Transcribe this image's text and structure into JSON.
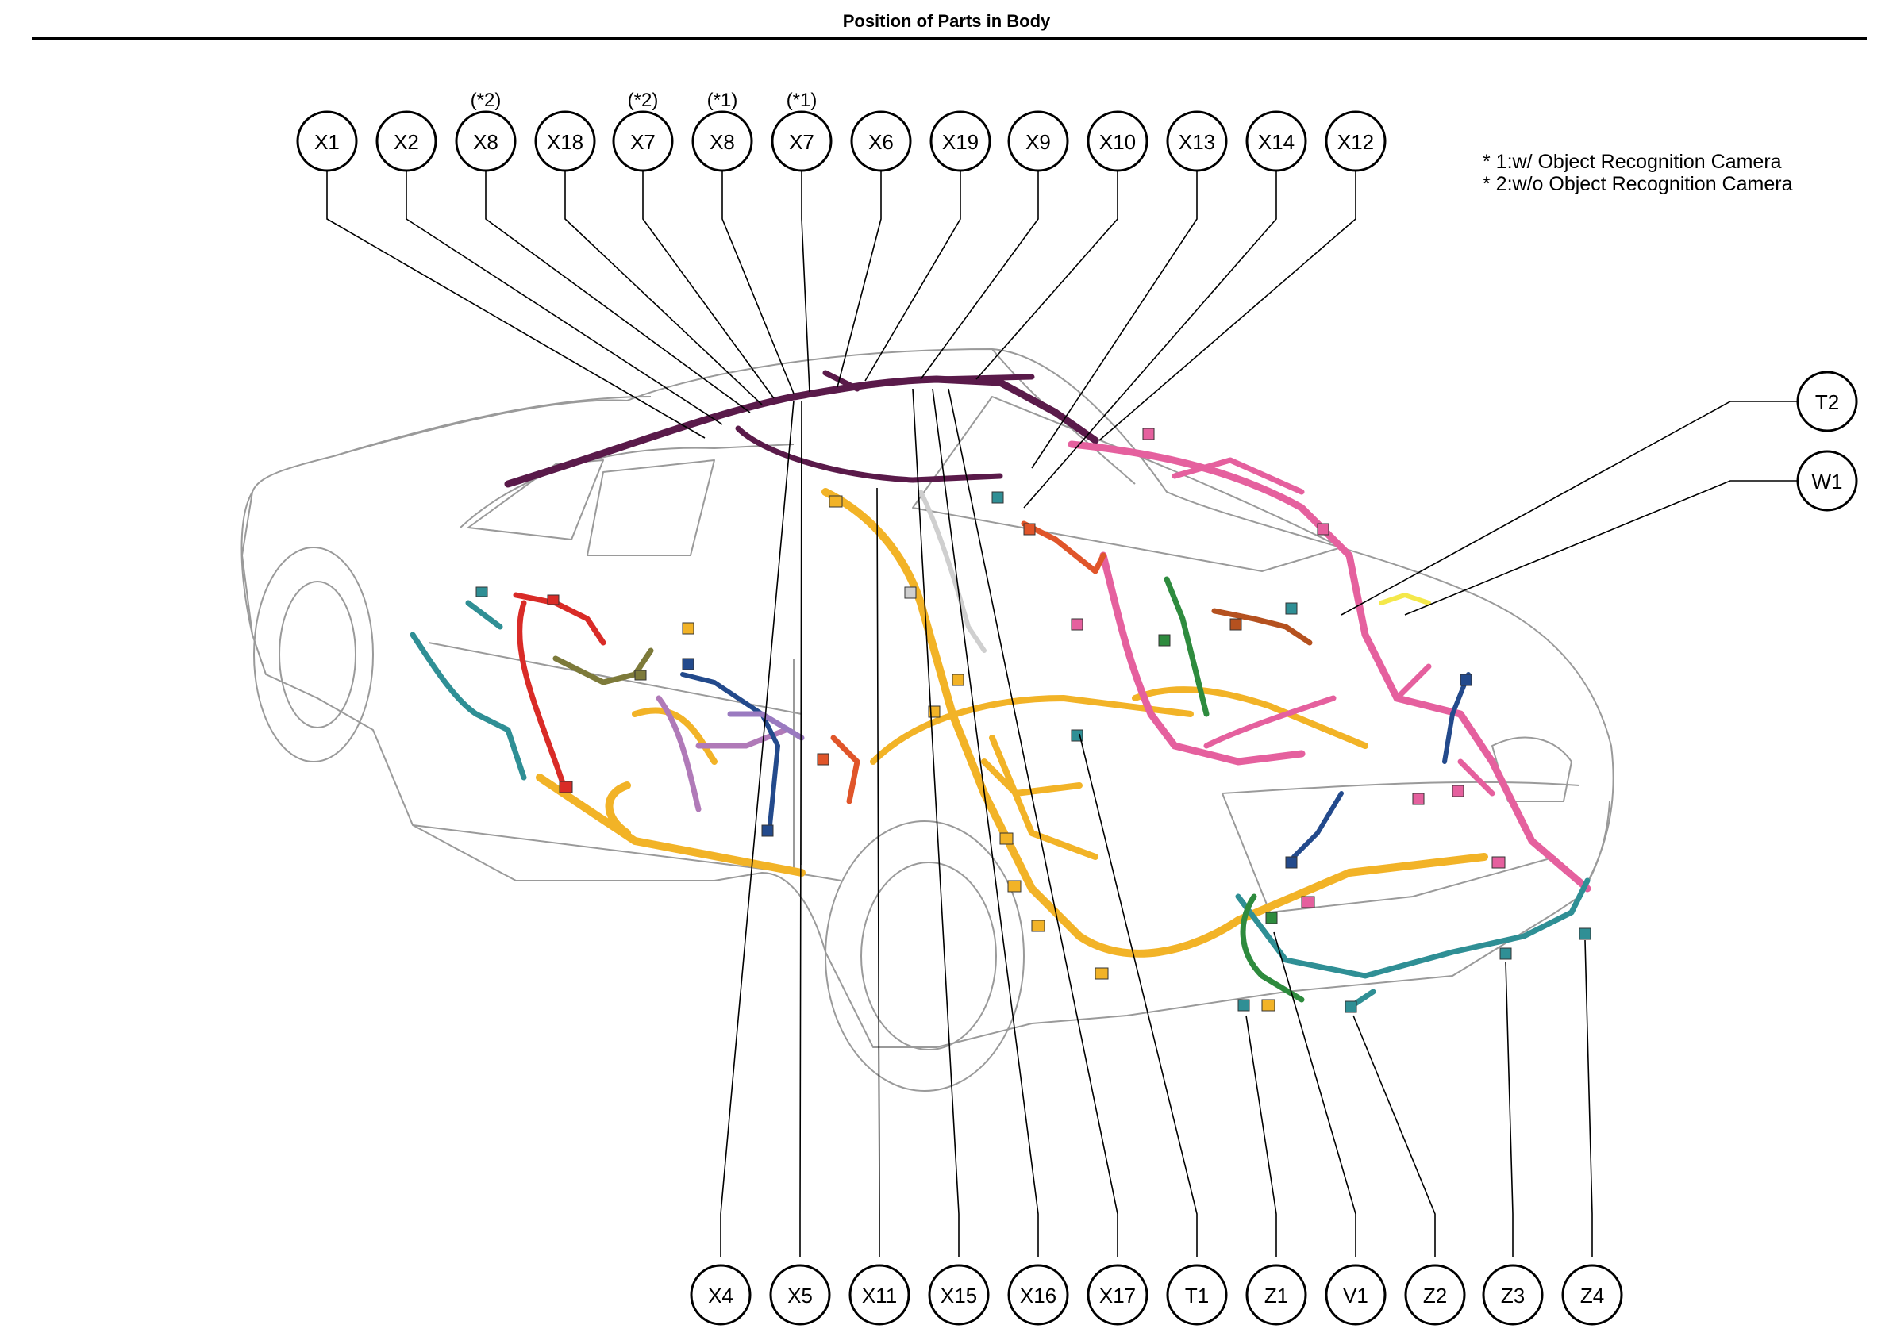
{
  "title": "Position of Parts in Body",
  "legend": [
    "* 1:w/ Object Recognition Camera",
    "* 2:w/o Object Recognition Camera"
  ],
  "colors": {
    "roof_harness": "#5a1a4a",
    "main_harness": "#f2b327",
    "pink_harness": "#e5609e",
    "teal_harness": "#2f8f95",
    "red_harness": "#d92b27",
    "green_harness": "#2e8b3e",
    "olive_harness": "#7d7a3a",
    "purple_harness": "#b07ab8",
    "blue_harness": "#234a8c",
    "brown_harness": "#b5511f",
    "orange_harness": "#e0552a",
    "lavender_harness": "#9a7ac0",
    "gray_harness": "#cfcfcf",
    "yellow_harness": "#f4e84a",
    "green2_harness": "#5a9c4a",
    "teal2_harness": "#3a9a90"
  },
  "top_callouts": [
    {
      "label": "X1",
      "note": ""
    },
    {
      "label": "X2",
      "note": ""
    },
    {
      "label": "X8",
      "note": "(*2)"
    },
    {
      "label": "X18",
      "note": ""
    },
    {
      "label": "X7",
      "note": "(*2)"
    },
    {
      "label": "X8",
      "note": "(*1)"
    },
    {
      "label": "X7",
      "note": "(*1)"
    },
    {
      "label": "X6",
      "note": ""
    },
    {
      "label": "X19",
      "note": ""
    },
    {
      "label": "X9",
      "note": ""
    },
    {
      "label": "X10",
      "note": ""
    },
    {
      "label": "X13",
      "note": ""
    },
    {
      "label": "X14",
      "note": ""
    },
    {
      "label": "X12",
      "note": ""
    }
  ],
  "side_callouts": [
    {
      "label": "T2"
    },
    {
      "label": "W1"
    }
  ],
  "bottom_callouts": [
    {
      "label": "X4"
    },
    {
      "label": "X5"
    },
    {
      "label": "X11"
    },
    {
      "label": "X15"
    },
    {
      "label": "X16"
    },
    {
      "label": "X17"
    },
    {
      "label": "T1"
    },
    {
      "label": "Z1"
    },
    {
      "label": "V1"
    },
    {
      "label": "Z2"
    },
    {
      "label": "Z3"
    },
    {
      "label": "Z4"
    }
  ]
}
